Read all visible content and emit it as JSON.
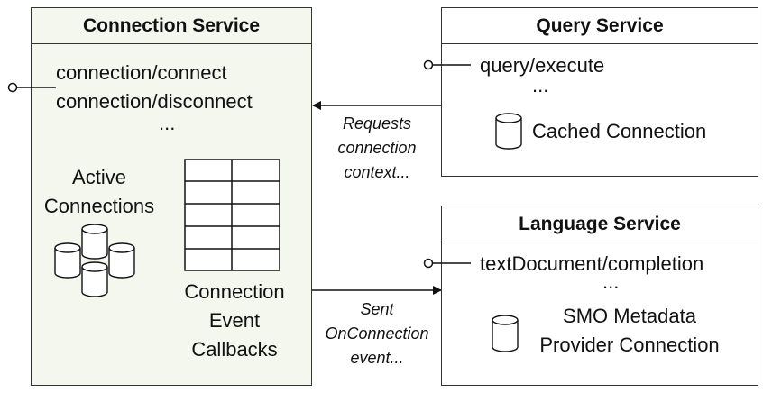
{
  "connection_service": {
    "title": "Connection Service",
    "endpoints": [
      "connection/connect",
      "connection/disconnect"
    ],
    "ellipsis": "...",
    "active_connections": [
      "Active",
      "Connections"
    ],
    "callbacks": [
      "Connection",
      "Event",
      "Callbacks"
    ]
  },
  "query_service": {
    "title": "Query Service",
    "endpoint": "query/execute",
    "ellipsis": "...",
    "cached": "Cached Connection"
  },
  "language_service": {
    "title": "Language Service",
    "endpoint": "textDocument/completion",
    "ellipsis": "...",
    "smo": [
      "SMO Metadata",
      "Provider Connection"
    ]
  },
  "arrows": {
    "requests": [
      "Requests",
      "connection",
      "context..."
    ],
    "sent": [
      "Sent",
      "OnConnection",
      "event..."
    ]
  },
  "icons": {
    "database": "database-cylinder-icon",
    "interface": "interface-lollipop-icon"
  },
  "colors": {
    "connection_bg": "#f4f7ee",
    "border": "#333333"
  }
}
